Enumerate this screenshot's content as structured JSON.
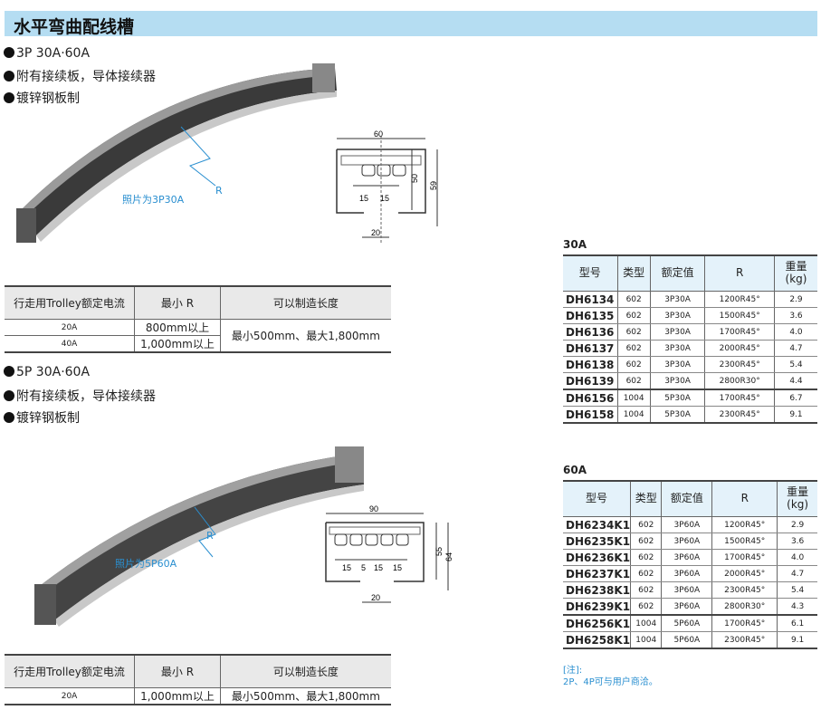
{
  "title": "水平弯曲配线槽",
  "section1": {
    "bullets": [
      "3P 30A·60A",
      "附有接续板，导体接续器",
      "镀锌钢板制"
    ],
    "photo_caption": "照片为3P30A",
    "photo_r": "R",
    "drawing": {
      "width": "60",
      "pitch1": "15",
      "pitch2": "15",
      "height1": "50",
      "height2": "59",
      "opening": "20"
    },
    "table": {
      "headers": [
        "行走用Trolley额定电流",
        "最小 R",
        "可以制造长度"
      ],
      "rows": [
        [
          "20A",
          "800mm以上"
        ],
        [
          "40A",
          "1,000mm以上"
        ]
      ],
      "length": "最小500mm、最大1,800mm"
    }
  },
  "section2": {
    "bullets": [
      "5P 30A·60A",
      "附有接续板，导体接续器",
      "镀锌钢板制"
    ],
    "photo_caption": "照片为5P60A",
    "photo_r": "R",
    "drawing": {
      "width": "90",
      "p1": "15",
      "p2": "5",
      "p3": "15",
      "p4": "15",
      "height1": "55",
      "height2": "64",
      "opening": "20"
    },
    "table": {
      "headers": [
        "行走用Trolley额定电流",
        "最小 R",
        "可以制造长度"
      ],
      "rows": [
        [
          "20A",
          "1,000mm以上",
          "最小500mm、最大1,800mm"
        ]
      ]
    }
  },
  "headers": [
    "型号",
    "类型",
    "额定值",
    "R",
    "重量\n(kg)"
  ],
  "t30": {
    "label": "30A",
    "rows": [
      [
        "DH6134",
        "602",
        "3P30A",
        "1200R45°",
        "2.9"
      ],
      [
        "DH6135",
        "602",
        "3P30A",
        "1500R45°",
        "3.6"
      ],
      [
        "DH6136",
        "602",
        "3P30A",
        "1700R45°",
        "4.0"
      ],
      [
        "DH6137",
        "602",
        "3P30A",
        "2000R45°",
        "4.7"
      ],
      [
        "DH6138",
        "602",
        "3P30A",
        "2300R45°",
        "5.4"
      ],
      [
        "DH6139",
        "602",
        "3P30A",
        "2800R30°",
        "4.4"
      ],
      [
        "DH6156",
        "1004",
        "5P30A",
        "1700R45°",
        "6.7"
      ],
      [
        "DH6158",
        "1004",
        "5P30A",
        "2300R45°",
        "9.1"
      ]
    ]
  },
  "t60": {
    "label": "60A",
    "rows": [
      [
        "DH6234K1",
        "602",
        "3P60A",
        "1200R45°",
        "2.9"
      ],
      [
        "DH6235K1",
        "602",
        "3P60A",
        "1500R45°",
        "3.6"
      ],
      [
        "DH6236K1",
        "602",
        "3P60A",
        "1700R45°",
        "4.0"
      ],
      [
        "DH6237K1",
        "602",
        "3P60A",
        "2000R45°",
        "4.7"
      ],
      [
        "DH6238K1",
        "602",
        "3P60A",
        "2300R45°",
        "5.4"
      ],
      [
        "DH6239K1",
        "602",
        "3P60A",
        "2800R30°",
        "4.3"
      ],
      [
        "DH6256K1",
        "1004",
        "5P60A",
        "1700R45°",
        "6.1"
      ],
      [
        "DH6258K1",
        "1004",
        "5P60A",
        "2300R45°",
        "9.1"
      ]
    ]
  },
  "note": {
    "label": "[注]:",
    "text": "2P、4P可与用户商洽。"
  }
}
